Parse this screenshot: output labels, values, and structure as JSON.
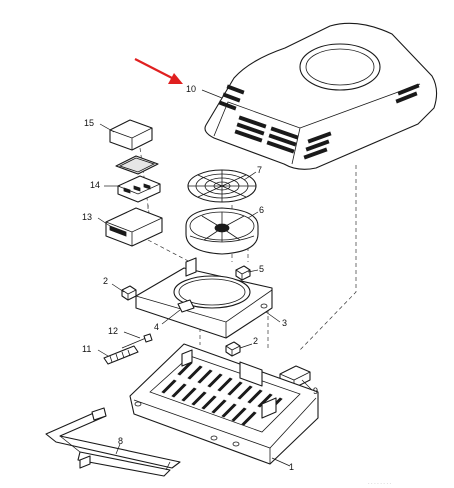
{
  "callouts": {
    "c1": "1",
    "c2a": "2",
    "c2b": "2",
    "c3": "3",
    "c4": "4",
    "c5": "5",
    "c6": "6",
    "c7": "7",
    "c8": "8",
    "c9": "9",
    "c10": "10",
    "c11": "11",
    "c12": "12",
    "c13": "13",
    "c14": "14",
    "c15": "15"
  },
  "footer_text": "· · · · · · · ·",
  "colors": {
    "pointer": "#e02020",
    "line": "#1a1a1a"
  },
  "icons": {
    "pointer": "red-arrow-icon"
  }
}
